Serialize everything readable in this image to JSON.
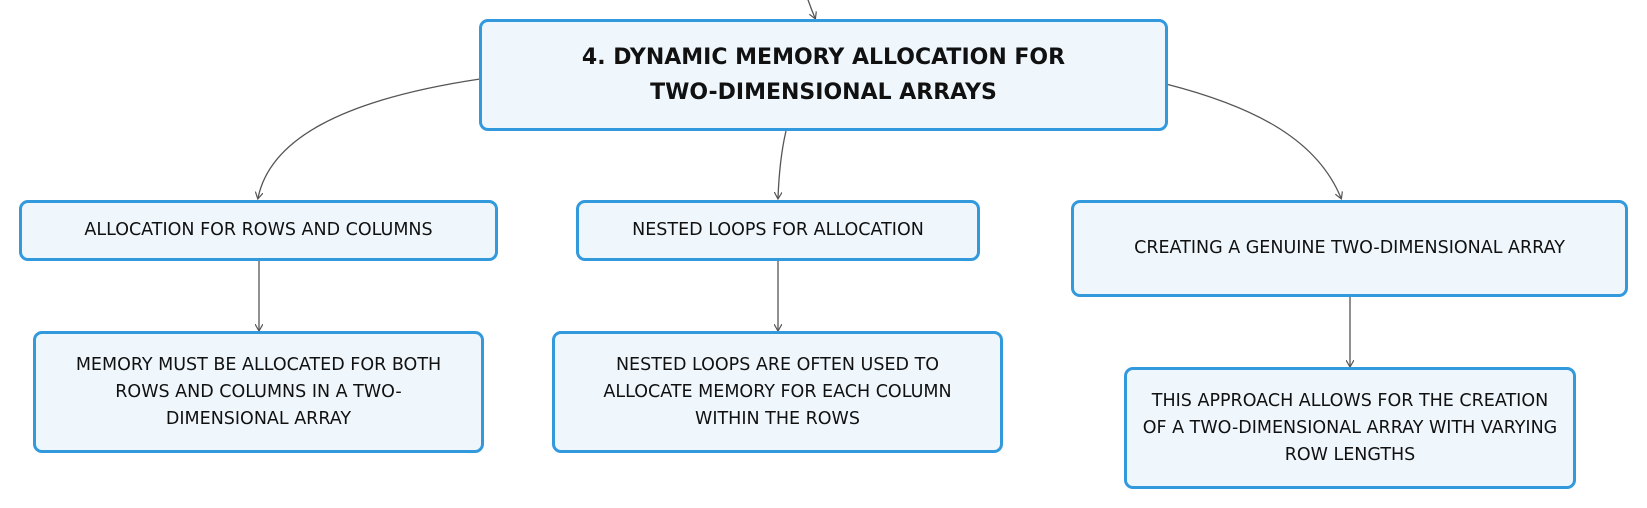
{
  "root": {
    "text": "4. DYNAMIC MEMORY ALLOCATION FOR TWO-DIMENSIONAL ARRAYS"
  },
  "branches": [
    {
      "label": "ALLOCATION FOR ROWS AND COLUMNS",
      "detail": "MEMORY MUST BE ALLOCATED FOR BOTH ROWS AND COLUMNS IN A TWO-DIMENSIONAL ARRAY"
    },
    {
      "label": "NESTED LOOPS FOR ALLOCATION",
      "detail": "NESTED LOOPS ARE OFTEN USED TO ALLOCATE MEMORY FOR EACH COLUMN WITHIN THE ROWS"
    },
    {
      "label": "CREATING A GENUINE TWO-DIMENSIONAL ARRAY",
      "detail": "THIS APPROACH ALLOWS FOR THE CREATION OF A TWO-DIMENSIONAL ARRAY WITH VARYING ROW LENGTHS"
    }
  ],
  "colors": {
    "node_border": "#3399dd",
    "node_fill": "#eff7fd",
    "connector": "#555555"
  }
}
